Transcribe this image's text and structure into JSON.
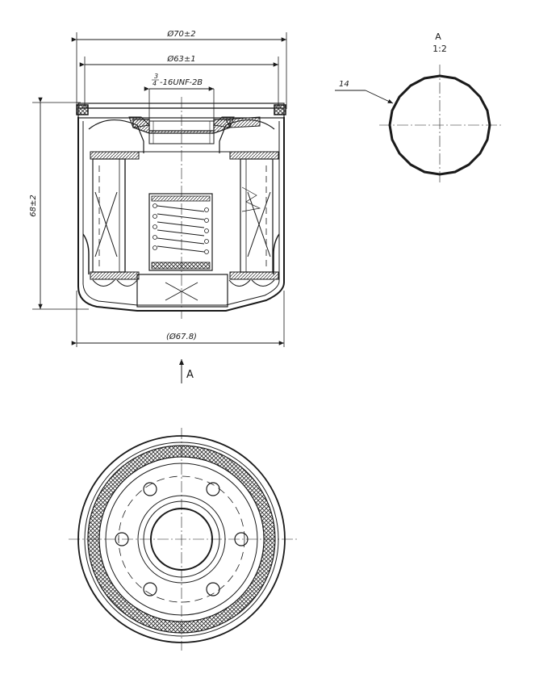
{
  "dimensions": {
    "outer_diameter": "Ø70±2",
    "inner_diameter": "Ø63±1",
    "thread_fraction_num": "3",
    "thread_fraction_den": "4",
    "thread_spec": "-16UNF-2B",
    "height": "68±2",
    "base_diameter": "(Ø67.8)"
  },
  "view_a": {
    "arrow_label": "A",
    "detail_title": "A",
    "detail_scale": "1:2",
    "callout": "14"
  },
  "colors": {
    "ink": "#1a1a1a",
    "hatch": "#2a2a2a",
    "paper": "#ffffff"
  }
}
